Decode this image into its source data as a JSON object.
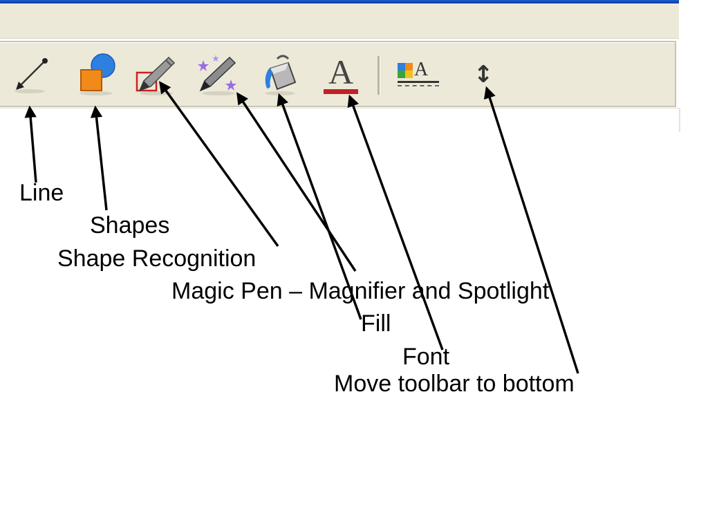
{
  "colors": {
    "title_bar": "#0a3aa8",
    "toolbar_bg": "#ece9d8",
    "arrow": "#000000",
    "shape_orange": "#f28a1a",
    "shape_blue": "#2d7fe0",
    "font_underline": "#c0202a",
    "magic_star": "#9a6ce0"
  },
  "toolbar": {
    "tools": [
      {
        "id": "line",
        "icon": "line-tool-icon"
      },
      {
        "id": "shapes",
        "icon": "shapes-tool-icon"
      },
      {
        "id": "shape-recognition",
        "icon": "shape-recognition-pen-icon"
      },
      {
        "id": "magic-pen",
        "icon": "magic-pen-icon"
      },
      {
        "id": "fill",
        "icon": "paint-bucket-icon"
      },
      {
        "id": "font",
        "icon": "font-color-icon",
        "glyph": "A"
      },
      {
        "id": "text-style",
        "icon": "text-style-icon",
        "glyph": "A"
      },
      {
        "id": "move-toolbar",
        "icon": "move-toolbar-icon",
        "glyph": "↕"
      }
    ]
  },
  "annotations": {
    "line": "Line",
    "shapes": "Shapes",
    "shape_recognition": "Shape Recognition",
    "magic_pen": "Magic Pen –  Magnifier and Spotlight",
    "fill": "Fill",
    "font": "Font",
    "move_toolbar": "Move toolbar to bottom"
  }
}
